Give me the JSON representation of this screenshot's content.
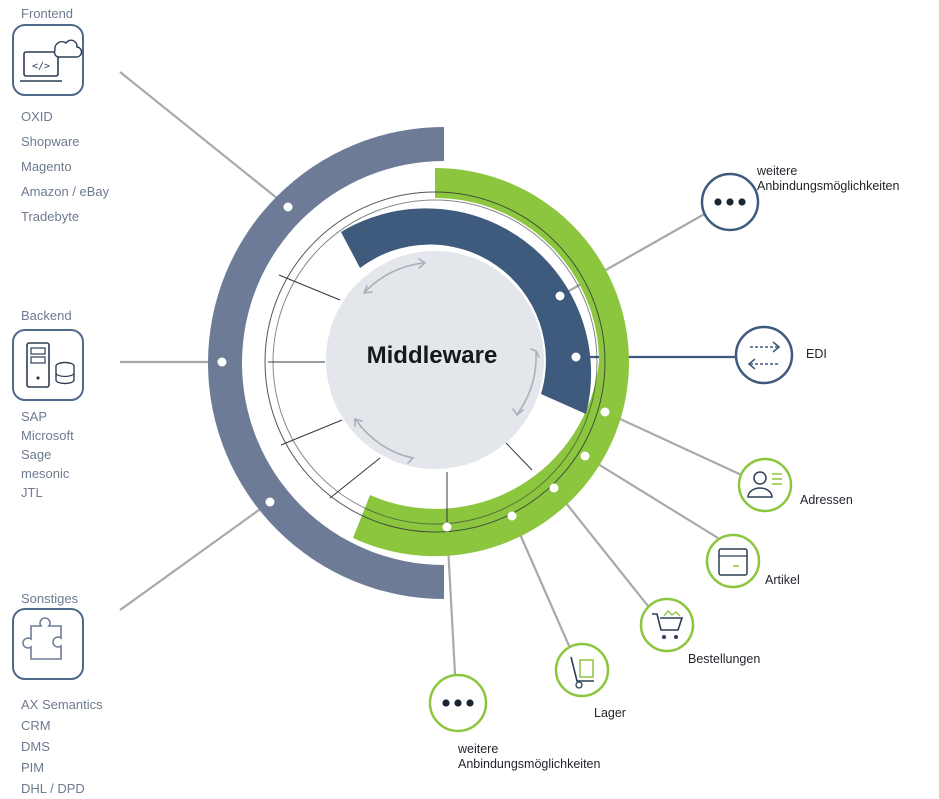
{
  "center": {
    "title": "Middleware"
  },
  "groups": [
    {
      "title": "Frontend",
      "icon": "laptop-cloud-code-icon",
      "items": [
        "OXID",
        "Shopware",
        "Magento",
        "Amazon / eBay",
        "Tradebyte"
      ]
    },
    {
      "title": "Backend",
      "icon": "server-database-icon",
      "items": [
        "SAP",
        "Microsoft",
        "Sage",
        "mesonic",
        "JTL"
      ]
    },
    {
      "title": "Sonstiges",
      "icon": "puzzle-piece-icon",
      "items": [
        "AX Semantics",
        "CRM",
        "DMS",
        "PIM",
        "DHL / DPD"
      ]
    }
  ],
  "integrations": [
    {
      "label": "weitere Anbindungsmöglichkeiten",
      "icon": "ellipsis-icon"
    },
    {
      "label": "EDI",
      "icon": "exchange-arrows-icon"
    },
    {
      "label": "Adressen",
      "icon": "contact-card-icon"
    },
    {
      "label": "Artikel",
      "icon": "package-box-icon"
    },
    {
      "label": "Bestellungen",
      "icon": "shopping-cart-icon"
    },
    {
      "label": "Lager",
      "icon": "hand-truck-icon"
    },
    {
      "label": "weitere Anbindungsmöglichkeiten",
      "icon": "ellipsis-icon"
    }
  ],
  "colors": {
    "slate": "#6e7b97",
    "navy": "#3e5a7c",
    "green": "#8cc63f",
    "hub": "#e3e7eb",
    "ring_line": "#34383c",
    "connector": "#a9a9a9",
    "text_gray": "#6e7a90",
    "icon_border": "#4f6a8a"
  }
}
